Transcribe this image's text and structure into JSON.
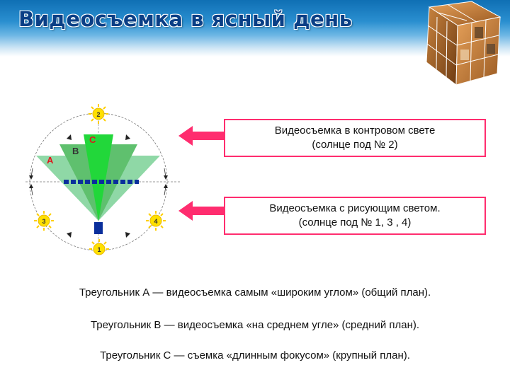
{
  "slide": {
    "title": "Видеосъемка в ясный день"
  },
  "diagram": {
    "triangle_labels": {
      "a": "A",
      "b": "B",
      "c": "C"
    },
    "sun_labels": [
      "1",
      "2",
      "3",
      "4"
    ],
    "colors": {
      "triangle_a": "#8fd8a6",
      "triangle_b": "#5fc06e",
      "triangle_c": "#22d73a",
      "sun": "#ffe000",
      "label_red": "#e0151a",
      "camera": "#0a2f9c",
      "arrow": "#ff2d6f"
    }
  },
  "callouts": [
    {
      "line1": "Видеосъемка в контровом свете",
      "line2": "(солнце под № 2)"
    },
    {
      "line1": "Видеосъемка с рисующим светом.",
      "line2": "(солнце под № 1, 3 , 4)"
    }
  ],
  "captions": [
    "Треугольник А — видеосъемка самым «широким углом» (общий план).",
    "Треугольник В — видеосъемка «на среднем угле» (средний план).",
    "Треугольник С — съемка «длинным фокусом» (крупный план)."
  ]
}
